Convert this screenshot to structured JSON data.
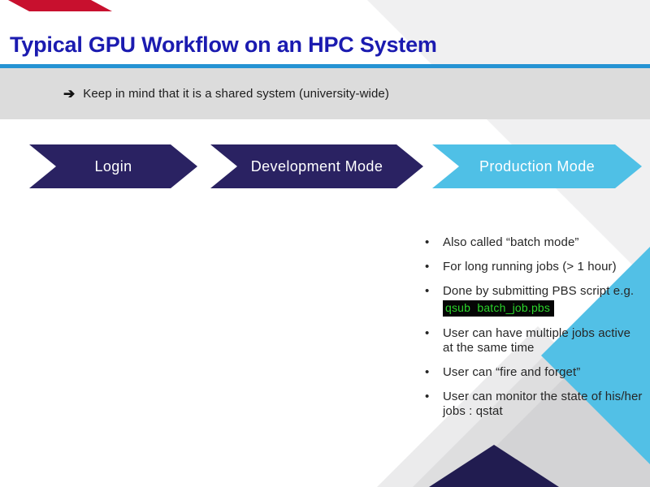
{
  "slide": {
    "title": "Typical GPU Workflow on an HPC System",
    "note": {
      "arrow": "➔",
      "text": "Keep in mind that it is a shared system (university-wide)"
    },
    "steps": [
      {
        "label": "Login"
      },
      {
        "label": "Development Mode"
      },
      {
        "label": "Production Mode"
      }
    ],
    "bullets": [
      {
        "text": "Also called “batch mode”"
      },
      {
        "text": "For long running jobs (> 1 hour)"
      },
      {
        "text": "Done by submitting PBS script e.g.",
        "code": "qsub  batch_job.pbs"
      },
      {
        "text": "User can have multiple jobs active at the same time"
      },
      {
        "text": "User can “fire and forget”"
      },
      {
        "text": "User can monitor the state of his/her jobs : qstat"
      }
    ],
    "colors": {
      "title": "#1b1bb0",
      "rule": "#2593d3",
      "band_bg": "#dcdcdc",
      "chevron_dark": "#2a2262",
      "chevron_accent": "#4fc0e6",
      "code_bg": "#050505",
      "code_fg": "#2bd42b",
      "red_flag": "#c8102e",
      "tri_light": "#f0f0f1",
      "tri_wedge_a": "#ebebec",
      "tri_wedge_b": "#dededf",
      "tri_wedge_c": "#d3d3d5",
      "tri_blue": "#52c0e6",
      "tri_navy": "#211c50"
    }
  }
}
